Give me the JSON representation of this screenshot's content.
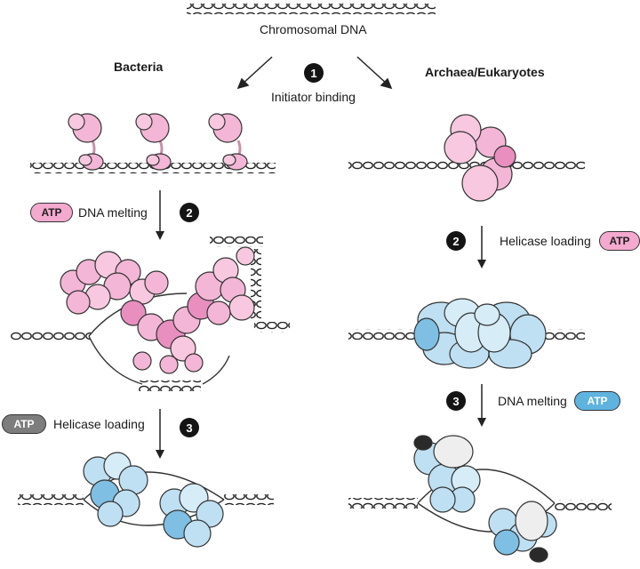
{
  "labels": {
    "chromosomal_dna": "Chromosomal DNA",
    "bacteria": "Bacteria",
    "archaea_eukaryotes": "Archaea/Eukaryotes",
    "initiator_binding": "Initiator binding",
    "dna_melting": "DNA melting",
    "helicase_loading": "Helicase loading"
  },
  "steps": {
    "one": "1",
    "two": "2",
    "three": "3"
  },
  "atp": "ATP",
  "colors": {
    "initiator_pink": "#f4b6d6",
    "initiator_pink_dark": "#e98fc0",
    "helicase_blue": "#bfe0f2",
    "helicase_blue_dark": "#7fbfe3",
    "helicase_white": "#eeeeee",
    "helicase_black": "#2a2a2a",
    "atp_pink": "#f4a9cf",
    "atp_grey": "#7d7d7d",
    "atp_blue": "#5fb3df"
  }
}
